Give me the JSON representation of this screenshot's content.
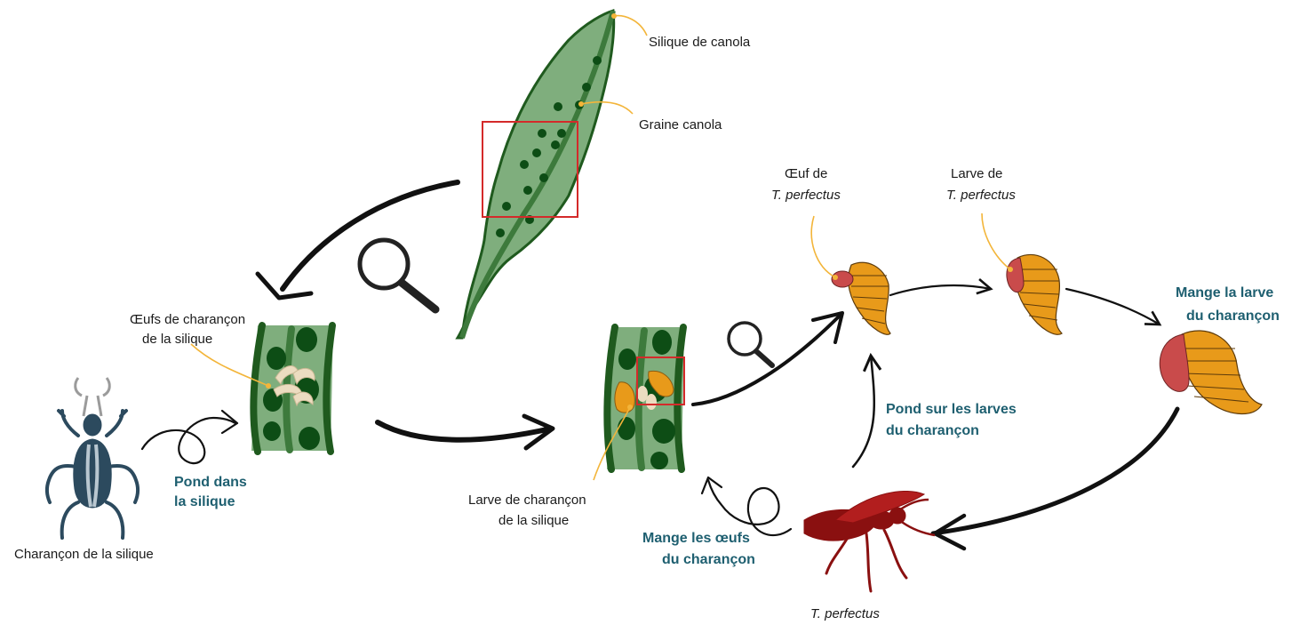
{
  "labels": {
    "silique": "Silique de canola",
    "seed": "Graine canola",
    "weevil_eggs_1": "Œufs de charançon",
    "weevil_eggs_2": "de la silique",
    "weevil": "Charançon de la silique",
    "weevil_larva_1": "Larve de charançon",
    "weevil_larva_2": "de la silique",
    "tp_egg_1": "Œuf de",
    "tp_egg_2": "T. perfectus",
    "tp_larva_1": "Larve de",
    "tp_larva_2": "T. perfectus",
    "tp_adult": "T. perfectus"
  },
  "actions": {
    "lays_1": "Pond dans",
    "lays_2": "la silique",
    "eats_larva_1": "Mange la larve",
    "eats_larva_2": "du charançon",
    "lays_on_1": "Pond sur les larves",
    "lays_on_2": "du charançon",
    "eats_eggs_1": "Mange les œufs",
    "eats_eggs_2": "du charançon"
  },
  "colors": {
    "pod_fill": "#7fae7d",
    "pod_stroke": "#1f5a1e",
    "seed": "#0d4d15",
    "larva_orange": "#e89a1a",
    "larva_red": "#c94b4b",
    "wasp": "#8a1010",
    "weevil": "#2c4a5e",
    "action_text": "#1e5f70",
    "pointer": "#f3b53a",
    "zoom_box": "#d42a2a"
  },
  "icons": [
    "magnifier-icon",
    "magnifier-icon"
  ]
}
